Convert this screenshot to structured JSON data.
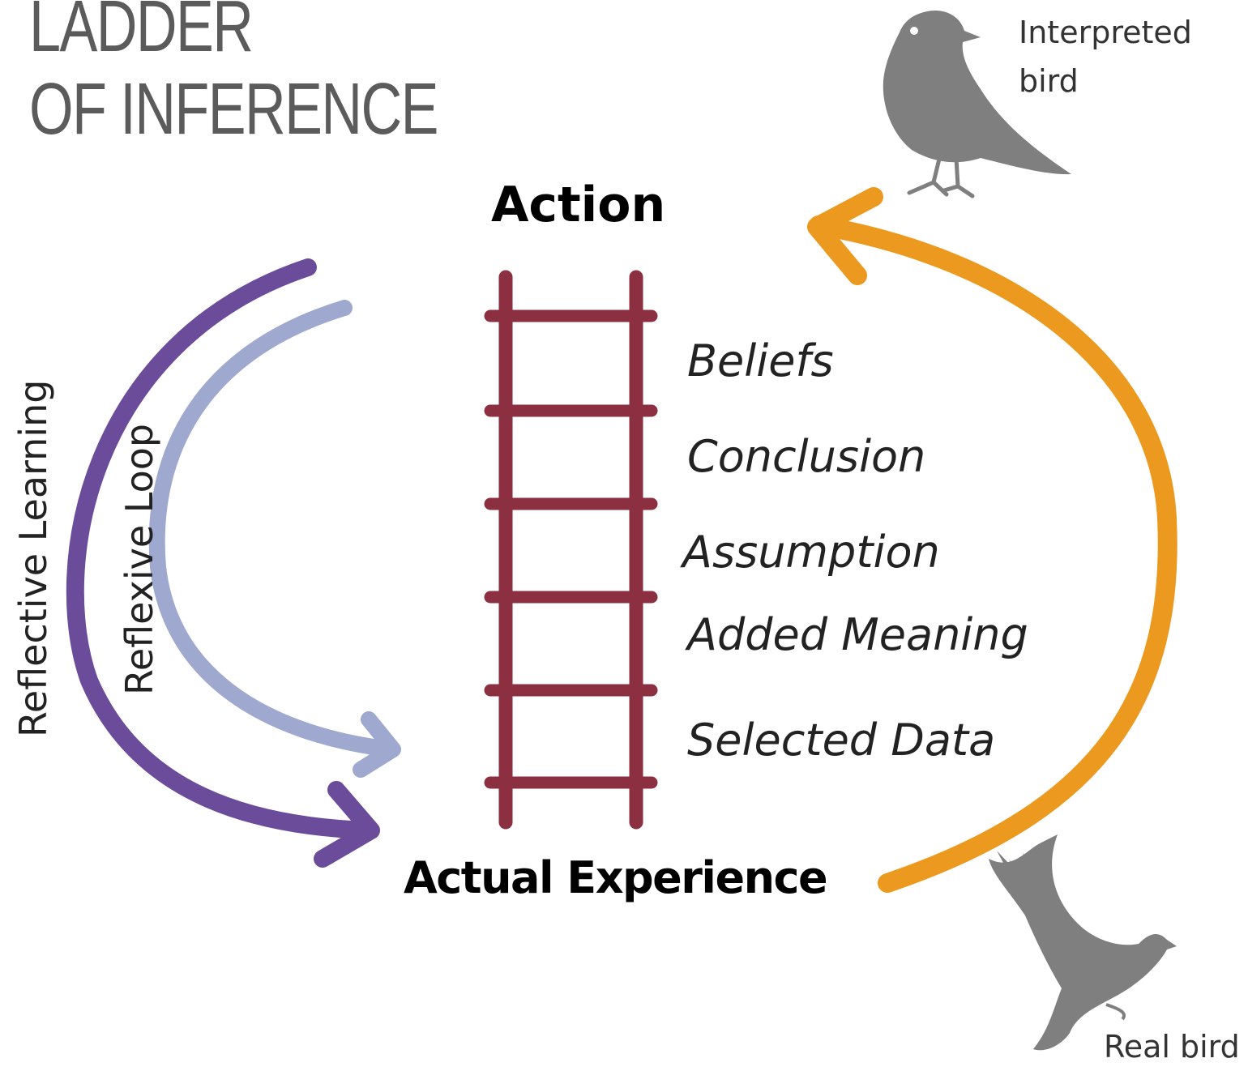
{
  "title": {
    "line1": "LADDER",
    "line2": "OF INFERENCE"
  },
  "top_label": "Action",
  "bottom_label": "Actual Experience",
  "rungs": [
    "Beliefs",
    "Conclusion",
    "Assumption",
    "Added Meaning",
    "Selected Data"
  ],
  "loops": {
    "outer": "Reflective Learning",
    "inner": "Reflexive Loop"
  },
  "birds": {
    "interpreted": {
      "line1": "Interpreted",
      "line2": "bird"
    },
    "real": "Real bird"
  },
  "colors": {
    "ladder": "#8b2f41",
    "outer_loop": "#6b4c9a",
    "inner_loop": "#9fa9cf",
    "action_arrow": "#eb9a1f",
    "bird": "#7f7f7f",
    "title": "#5b5b5b"
  }
}
